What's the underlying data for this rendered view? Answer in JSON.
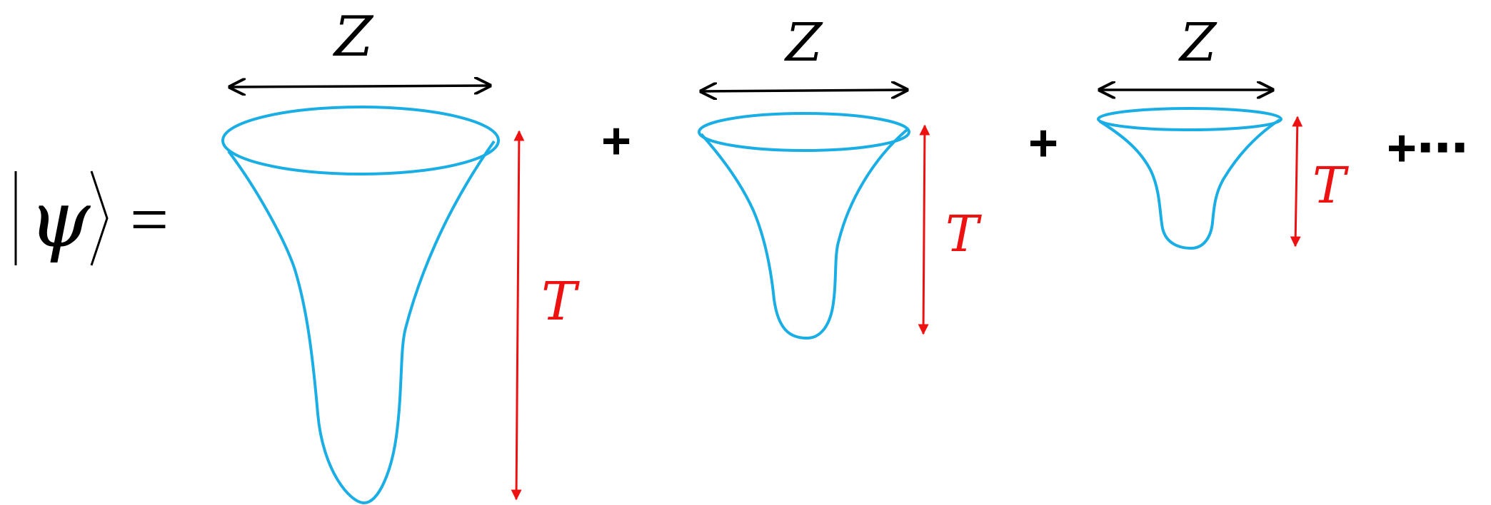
{
  "equation": {
    "state_symbol": "ψ",
    "equals": "=",
    "plus": "+",
    "ellipsis": "+⋯"
  },
  "funnels": [
    {
      "width_label": "Z",
      "height_label": "T"
    },
    {
      "width_label": "Z",
      "height_label": "T"
    },
    {
      "width_label": "Z",
      "height_label": "T"
    }
  ],
  "colors": {
    "funnel": "#1aaee5",
    "time_arrow": "#ee1111",
    "width_arrow": "#000000"
  }
}
